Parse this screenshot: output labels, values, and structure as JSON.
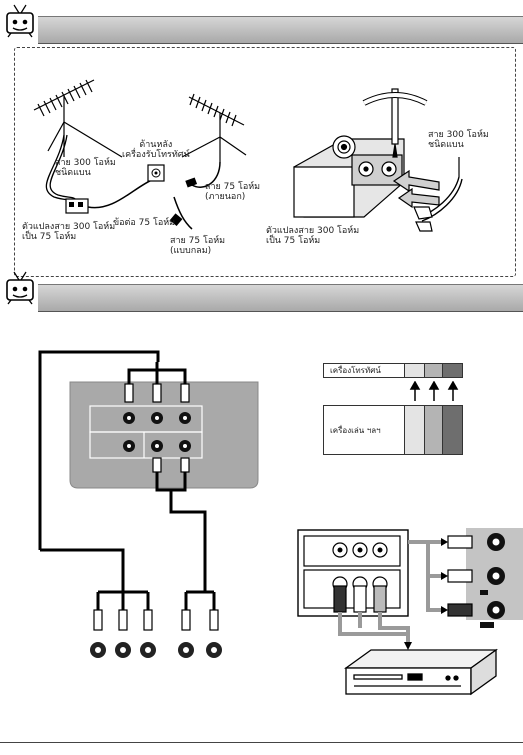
{
  "section1": {
    "labels": {
      "rear_panel": "ด้านหลัง\nเครื่องรับโทรทัศน์",
      "twin_lead_left": "สาย 300 โอห์ม\nชนิดแบน",
      "cable_75_outdoor": "สาย 75 โอห์ม\n(ภายนอก)",
      "adapter_left": "ตัวแปลงสาย 300 โอห์ม\nเป็น 75 โอห์ม",
      "connector_75": "ข้อต่อ 75 โอห์ม",
      "cable_75_round": "สาย 75 โอห์ม\n(แบบกลม)",
      "twin_lead_right": "สาย 300 โอห์ม\nชนิดแบน",
      "adapter_right": "ตัวแปลงสาย 300 โอห์ม\nเป็น 75 โอห์ม"
    }
  },
  "section2": {
    "legend": {
      "row1": "เครื่องโทรทัศน์",
      "row2": "เครื่องเล่น ฯลฯ"
    }
  },
  "colors": {
    "banner": "#b5b5b5",
    "tv_panel": "#a9a9a9",
    "av_side_panel": "#c4c4c4",
    "legend_light": "#e4e4e4",
    "legend_mid": "#b4b4b4",
    "legend_dark": "#6e6e6e",
    "cable": "#111111",
    "grey_cable": "#9a9a9a"
  },
  "icons": {
    "mascot": "tv-mascot-icon",
    "antenna": "antenna-icon",
    "vcr": "vcr-icon"
  }
}
